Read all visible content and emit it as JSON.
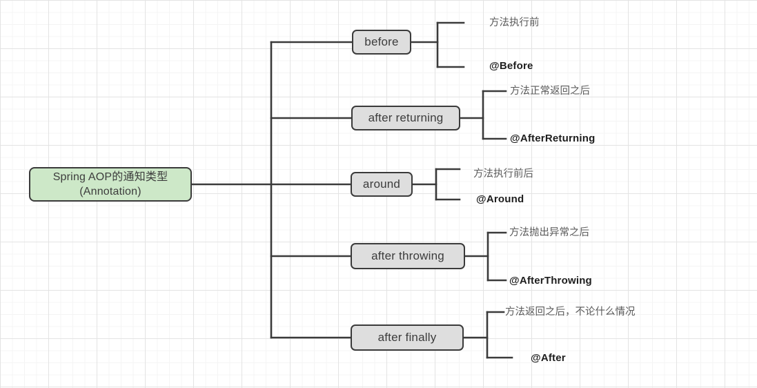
{
  "diagram": {
    "type": "mind-map",
    "title": "Spring AOP的通知类型(Annotation)",
    "background": "graph-paper-grid",
    "colors": {
      "root_fill": "#cde8c8",
      "branch_fill": "#dedede",
      "stroke": "#3a3a3a",
      "desc_text": "#5a5a5a",
      "anno_text": "#1d1d1d",
      "grid_minor": "#f4f4f4",
      "grid_major": "#e3e3e3"
    },
    "root": {
      "line1": "Spring AOP的通知类型",
      "line2": "(Annotation)"
    },
    "branches": [
      {
        "label": "before",
        "description": "方法执行前",
        "annotation": "@Before"
      },
      {
        "label": "after returning",
        "description": "方法正常返回之后",
        "annotation": "@AfterReturning"
      },
      {
        "label": "around",
        "description": "方法执行前后",
        "annotation": "@Around"
      },
      {
        "label": "after throwing",
        "description": "方法抛出异常之后",
        "annotation": "@AfterThrowing"
      },
      {
        "label": "after finally",
        "description": "方法返回之后，不论什么情况",
        "annotation": "@After"
      }
    ]
  }
}
